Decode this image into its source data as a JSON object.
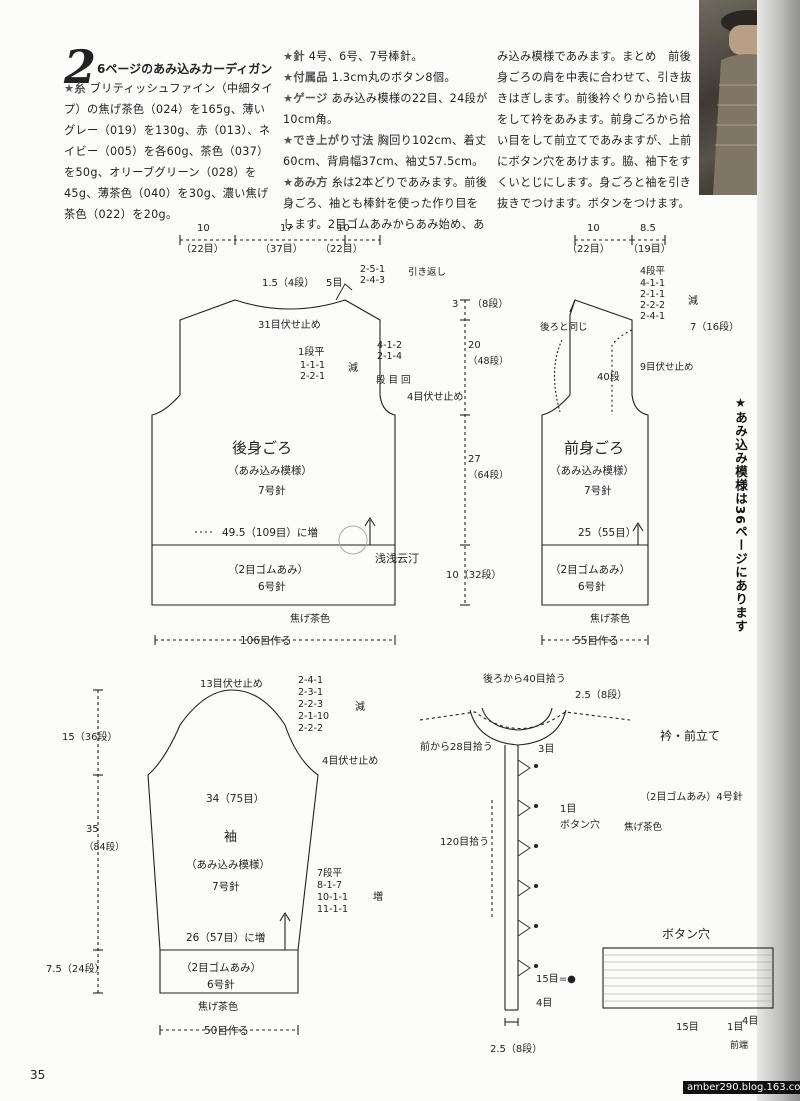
{
  "header": {
    "number": "2",
    "title": "6ページのあみ込みカーディガン"
  },
  "instructions": {
    "col1": [
      {
        "label": "★糸",
        "text": "ブリティッシュファイン（中細タイプ）の焦げ茶色（024）を165g、薄いグレー（019）を130g、赤（013）、ネイビー（005）を各60g、茶色（037）を50g、オリーブグリーン（028）を45g、薄茶色（040）を30g、濃い焦げ茶色（022）を20g。"
      }
    ],
    "col2": [
      {
        "label": "★針",
        "text": "4号、6号、7号棒針。"
      },
      {
        "label": "★付属品",
        "text": "1.3cm丸のボタン8個。"
      },
      {
        "label": "★ゲージ",
        "text": "あみ込み模様の22目、24段が10cm角。"
      },
      {
        "label": "★でき上がり寸法",
        "text": "胸回り102cm、着丈60cm、背肩幅37cm、袖丈57.5cm。"
      },
      {
        "label": "★あみ方",
        "text": "糸は2本どりであみます。前後身ごろ、袖とも棒針を使った作り目をします。2目ゴムあみからあみ始め、あ"
      }
    ],
    "col3": [
      {
        "label": "",
        "text": "み込み模様であみます。まとめ　前後身ごろの肩を中表に合わせて、引き抜きはぎします。前後衿ぐりから拾い目をして衿をあみます。前身ごろから拾い目をして前立てであみますが、上前にボタン穴をあけます。脇、袖下をすくいとじにします。身ごろと袖を引き抜きでつけます。ボタンをつけます。"
      }
    ]
  },
  "side_note": "★あみ込み模様は36ページにあります",
  "back": {
    "top_dims": [
      "10",
      "17",
      "10"
    ],
    "top_sts": [
      "（22目）",
      "（37目）",
      "（22目）"
    ],
    "neck_depth": "1.5（4段）",
    "neck_sts": "5目",
    "bind": "31目伏せ止め",
    "shoulder_rows": [
      "2-5-1",
      "2-4-3"
    ],
    "shoulder_note": "引き返し",
    "armhole_flat": "1段平",
    "armhole_rows": [
      "4-1-2",
      "2-1-4",
      "1-1-1",
      "2-2-1"
    ],
    "armhole_dec": "減",
    "armhole_header": "段 目 回",
    "armhole_bind": "4目伏せ止め",
    "title": "後身ごろ",
    "pattern": "（あみ込み模様）",
    "needle": "7号針",
    "increase": "49.5（109目）に増",
    "rib": "（2目ゴムあみ）",
    "rib_needle": "6号針",
    "color": "焦げ茶色",
    "cast_on": "106目作る",
    "side_dims": {
      "shoulder": "3",
      "shoulder_rows": "（8段）",
      "armhole": "20",
      "armhole_rows": "（48段）",
      "body": "27",
      "body_rows": "（64段）",
      "rib": "10（32段）"
    }
  },
  "front": {
    "top_dims": [
      "10",
      "8.5"
    ],
    "top_sts": [
      "（22目）",
      "（19目）"
    ],
    "neck_flat": "4段平",
    "neck_rows": [
      "4-1-1",
      "2-1-1",
      "2-2-2",
      "2-4-1"
    ],
    "neck_dec": "減",
    "neck_depth": "7（16段）",
    "same_back": "後ろと同じ",
    "neck_v": "40段",
    "neck_bind": "9目伏せ止め",
    "title": "前身ごろ",
    "pattern": "（あみ込み模様）",
    "needle": "7号針",
    "increase": "25（55目）",
    "rib": "（2目ゴムあみ）",
    "rib_needle": "6号針",
    "color": "焦げ茶色",
    "cast_on": "55目作る"
  },
  "sleeve": {
    "cap_bind": "13目伏せ止め",
    "cap_rows": [
      "2-4-1",
      "2-3-1",
      "2-2-3",
      "2-1-10",
      "2-2-2"
    ],
    "cap_dec": "減",
    "cap_height": "15（36段）",
    "side_bind": "4目伏せ止め",
    "width": "34（75目）",
    "length": "35",
    "length_rows": "（84段）",
    "title": "袖",
    "pattern": "（あみ込み模様）",
    "needle": "7号針",
    "inc_flat": "7段平",
    "inc_rows": [
      "8-1-7",
      "10-1-1",
      "11-1-1"
    ],
    "inc": "増",
    "increase": "26（57目）に増",
    "rib": "（2目ゴムあみ）",
    "rib_needle": "6号針",
    "rib_height": "7.5（24段）",
    "color": "焦げ茶色",
    "cast_on": "50目作る"
  },
  "collar": {
    "pick_back": "後ろから40目拾う",
    "pick_front": "前から28目拾う",
    "width": "2.5（8段）",
    "three": "3目",
    "one": "1目",
    "buttonhole": "ボタン穴",
    "pick_120": "120目拾う",
    "title": "衿・前立て",
    "rib": "（2目ゴムあみ）4号針",
    "color": "焦げ茶色",
    "st15": "15目=●",
    "st4": "4目",
    "bottom": "2.5（8段）"
  },
  "buttonhole_chart": {
    "title": "ボタン穴",
    "labels": [
      "15目",
      "1目",
      "4目"
    ],
    "front": "前端"
  },
  "page_number": "35",
  "watermark": "浅浅云汀",
  "url": "amber290.blog.163.com"
}
